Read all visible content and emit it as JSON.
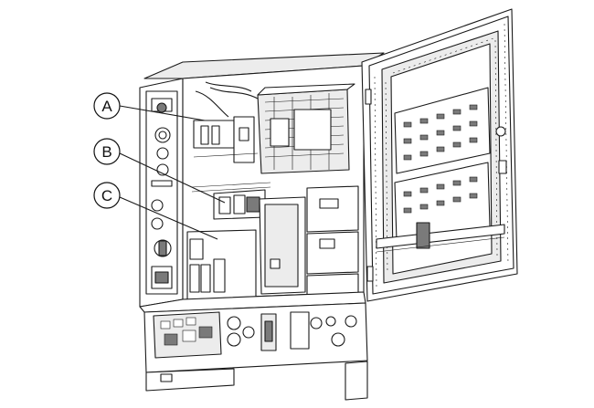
{
  "callouts": [
    {
      "id": "a",
      "label": "A"
    },
    {
      "id": "b",
      "label": "B"
    },
    {
      "id": "c",
      "label": "C"
    }
  ]
}
